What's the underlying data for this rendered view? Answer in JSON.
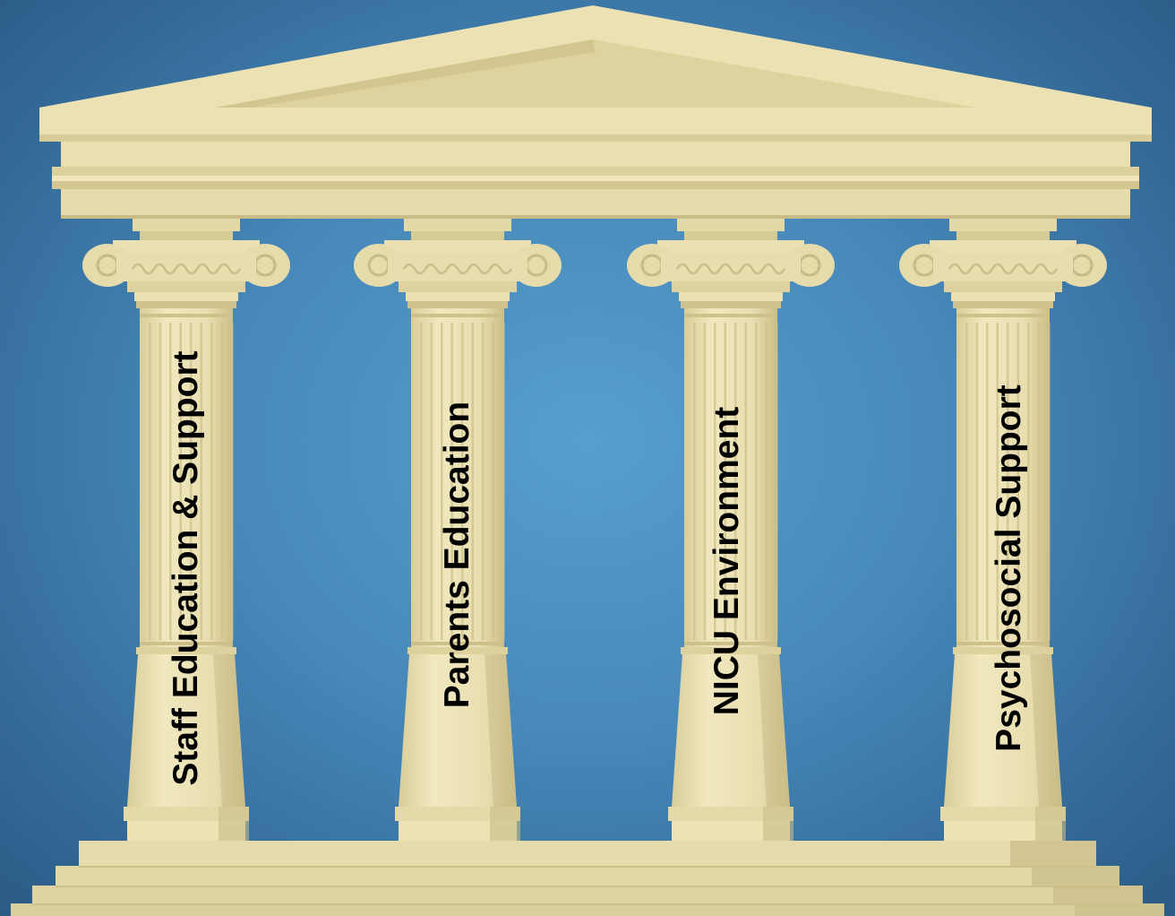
{
  "pillars": [
    {
      "label": "Staff Education & Support"
    },
    {
      "label": "Parents Education"
    },
    {
      "label": "NICU Environment"
    },
    {
      "label": "Psychosocial Support"
    }
  ],
  "colors": {
    "background": "#4a8fc3",
    "stone": "#ede3b5",
    "stone_shadow": "#c9bc87",
    "text": "#000000"
  }
}
